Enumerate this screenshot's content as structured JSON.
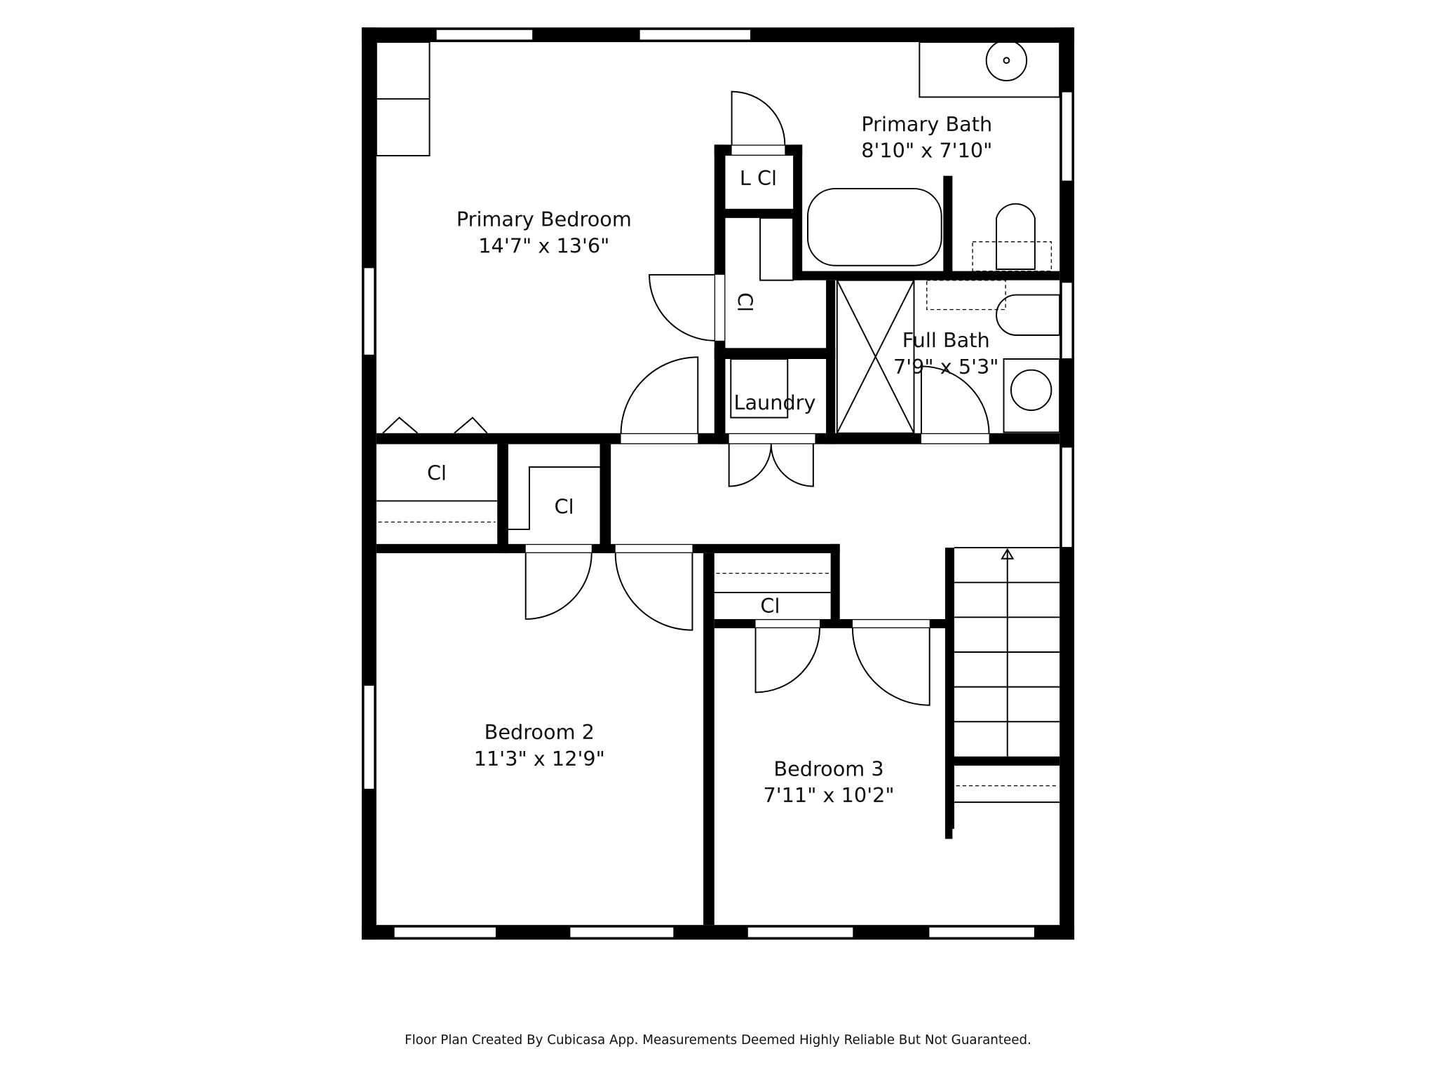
{
  "rooms": {
    "primary_bedroom": {
      "name": "Primary Bedroom",
      "size": "14'7\" x 13'6\""
    },
    "primary_bath": {
      "name": "Primary Bath",
      "size": "8'10\" x 7'10\""
    },
    "full_bath": {
      "name": "Full Bath",
      "size": "7'9\" x 5'3\""
    },
    "bedroom_2": {
      "name": "Bedroom 2",
      "size": "11'3\" x 12'9\""
    },
    "bedroom_3": {
      "name": "Bedroom 3",
      "size": "7'11\" x 10'2\""
    },
    "linen_closet": {
      "name": "L Cl"
    },
    "closet_vertical": {
      "name": "Cl"
    },
    "laundry": {
      "name": "Laundry"
    },
    "closet_a": {
      "name": "Cl"
    },
    "closet_b": {
      "name": "Cl"
    },
    "closet_c": {
      "name": "Cl"
    }
  },
  "footer": "Floor Plan Created By Cubicasa App. Measurements Deemed Highly Reliable But Not Guaranteed."
}
